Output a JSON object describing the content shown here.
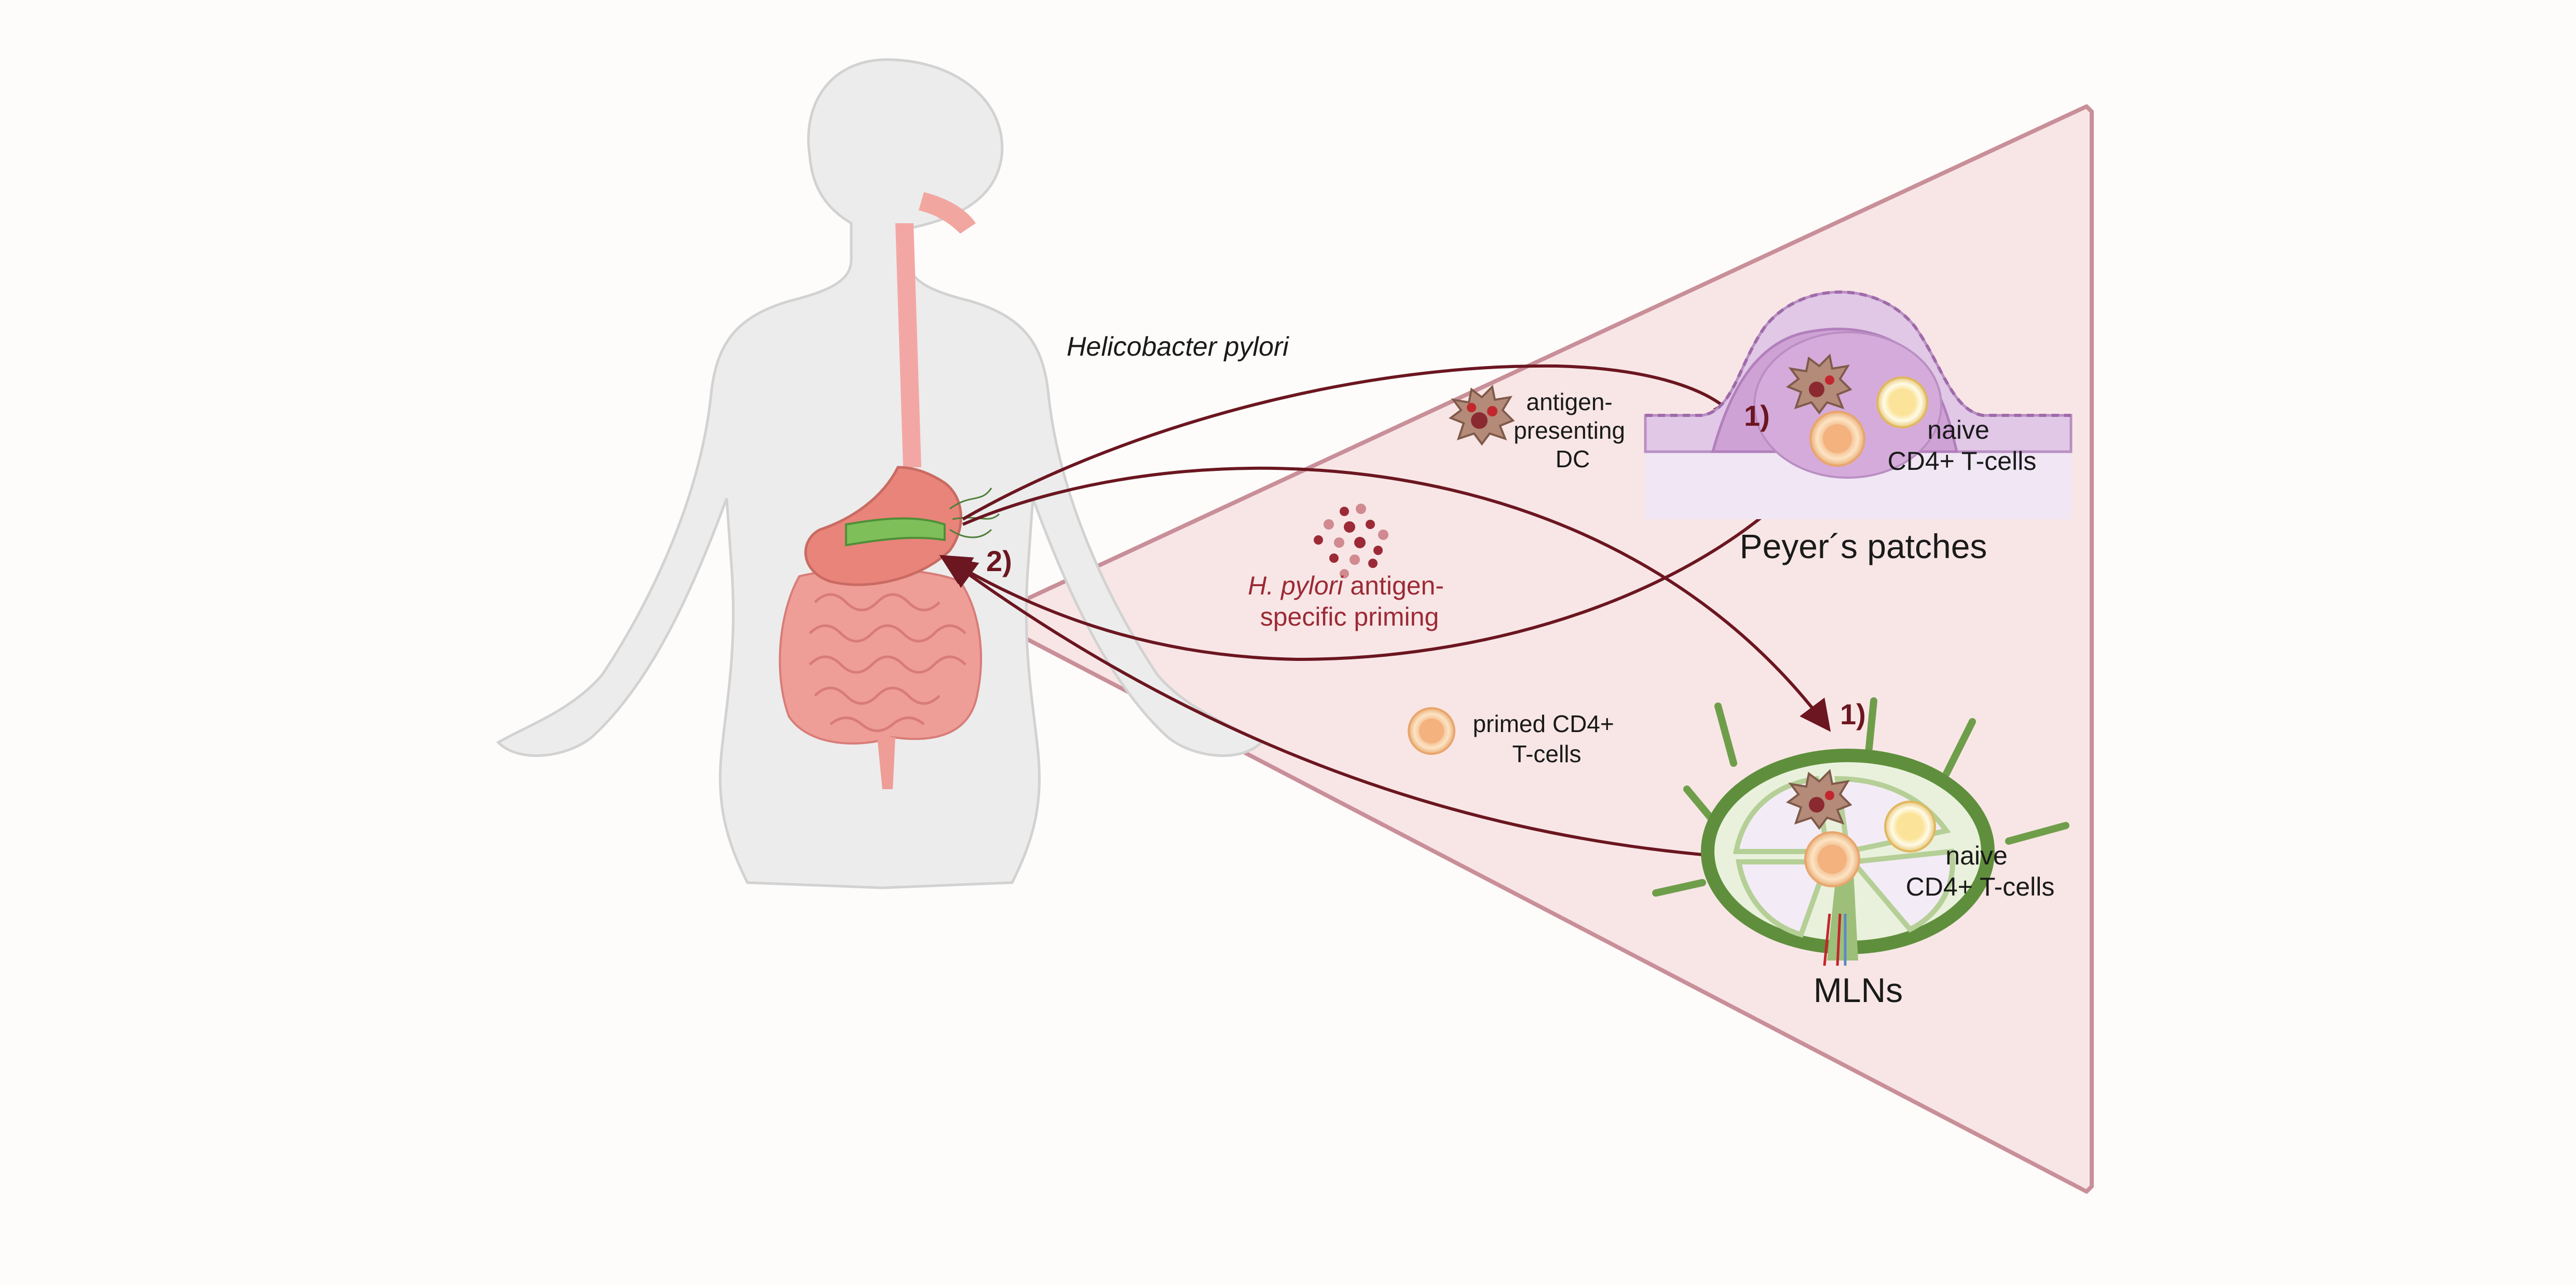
{
  "colors": {
    "arrow": "#6b1620",
    "antigen_red": "#9c2a36",
    "cone_fill": "#f8e6e6",
    "cone_stroke": "#c98f98",
    "body_fill": "#ececec",
    "peyer_purple": "#d2a8d6",
    "lymph_green": "#6f9e4a"
  },
  "labels": {
    "bacterium": "Helicobacter pylori",
    "apc_line1": "antigen-",
    "apc_line2": "presenting",
    "apc_line3": "DC",
    "priming_italic": "H. pylori",
    "priming_line1_rest": " antigen-",
    "priming_line2": "specific priming",
    "primed_line1": "primed CD4+",
    "primed_line2": "T-cells",
    "naive_pp_line1": "naive",
    "naive_pp_line2": "CD4+ T-cells",
    "peyers": "Peyer´s patches",
    "naive_mln_line1": "naive",
    "naive_mln_line2": "CD4+ T-cells",
    "mlns": "MLNs",
    "step1_pp": "1)",
    "step1_mln": "1)",
    "step2": "2)"
  },
  "icons": [
    "human-silhouette-icon",
    "stomach-icon",
    "dendritic-cell-icon",
    "t-cell-icon",
    "antigen-dots-icon",
    "lymph-node-icon",
    "peyers-patch-icon"
  ]
}
